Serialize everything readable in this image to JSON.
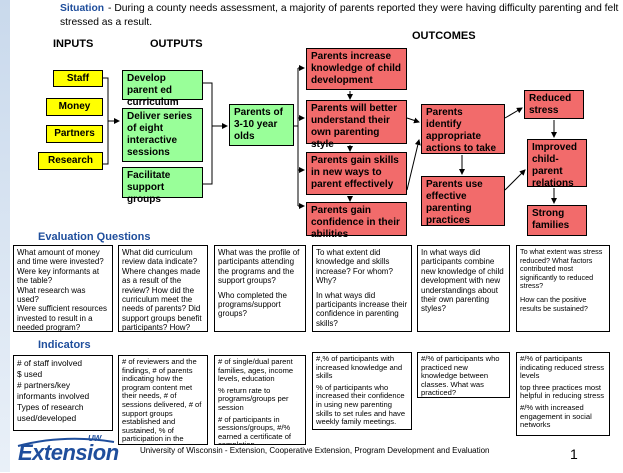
{
  "situation": {
    "label": "Situation",
    "text": "-  During a county needs assessment, a majority of parents reported they were having difficulty parenting and felt stressed as a result."
  },
  "headers": {
    "inputs": "INPUTS",
    "outputs": "OUTPUTS",
    "outcomes": "OUTCOMES"
  },
  "inputs": [
    "Staff",
    "Money",
    "Partners",
    "Research"
  ],
  "outputs": [
    "Develop parent ed curriculum",
    "Deliver series of eight interactive sessions",
    "Facilitate support groups"
  ],
  "participants": "Parents of 3-10 year olds",
  "outcomes": {
    "short": [
      "Parents increase knowledge of child development",
      "Parents will better understand their own parenting style",
      "Parents gain skills in new ways to parent effectively",
      "Parents gain confidence in their abilities"
    ],
    "medium": [
      "Parents identify appropriate actions to take",
      "Parents use effective parenting practices"
    ],
    "long": [
      "Reduced stress",
      "Improved child-parent relations",
      "Strong families"
    ]
  },
  "evaluation": {
    "title": "Evaluation Questions",
    "boxes": [
      [
        "What amount of money and time were invested?",
        "Were key informants at the table?",
        "What research was used?",
        "Were sufficient resources invested to result in a needed program?"
      ],
      [
        "What did curriculum review data indicate? Where changes made as a result of the review?  How did the curriculum meet the needs of parents? Did support groups benefit participants? How?"
      ],
      [
        "What was the profile of participants attending the programs and the support groups?",
        "Who completed the programs/support groups?"
      ],
      [
        "To what extent did knowledge and skills increase? For whom? Why?",
        "In what ways did participants increase their confidence in parenting skills?"
      ],
      [
        "In what ways did participants combine new knowledge of child development with new understandings about their own parenting styles?"
      ],
      [
        "To what extent was stress reduced? What factors contributed most significantly to reduced stress?",
        "How can the positive results be sustained?"
      ]
    ]
  },
  "indicators": {
    "title": "Indicators",
    "boxes": [
      [
        "# of staff involved",
        "$ used",
        "# partners/key informants involved",
        "Types of research used/developed"
      ],
      [
        "# of reviewers and the findings, # of parents indicating how the program content met their needs, # of sessions delivered, # of support groups established and sustained, % of participation in the program/support groups"
      ],
      [
        "# of single/dual parent families, ages, income levels, education",
        "% return rate to programs/groups per session",
        "# of participants in sessions/groups, #/% earned a certificate of completion"
      ],
      [
        "#,% of participants with increased knowledge and skills",
        "% of participants who increased their confidence in using new parenting skills to set rules and have weekly family meetings."
      ],
      [
        "#/% of participants who practiced new knowledge between classes. What was practiced?"
      ],
      [
        "#/% of participants indicating reduced stress levels",
        "top three practices most helpful in reducing stress",
        "#/% with increased engagement in social networks"
      ]
    ]
  },
  "footer": {
    "logo_top": "UW",
    "logo_word": "Extension",
    "text": "University of Wisconsin - Extension, Cooperative Extension, Program Development and Evaluation",
    "page": "1"
  },
  "colors": {
    "input": "#ffff00",
    "output": "#99ff99",
    "outcome": "#f26b6b",
    "accent": "#1f4e9c"
  }
}
